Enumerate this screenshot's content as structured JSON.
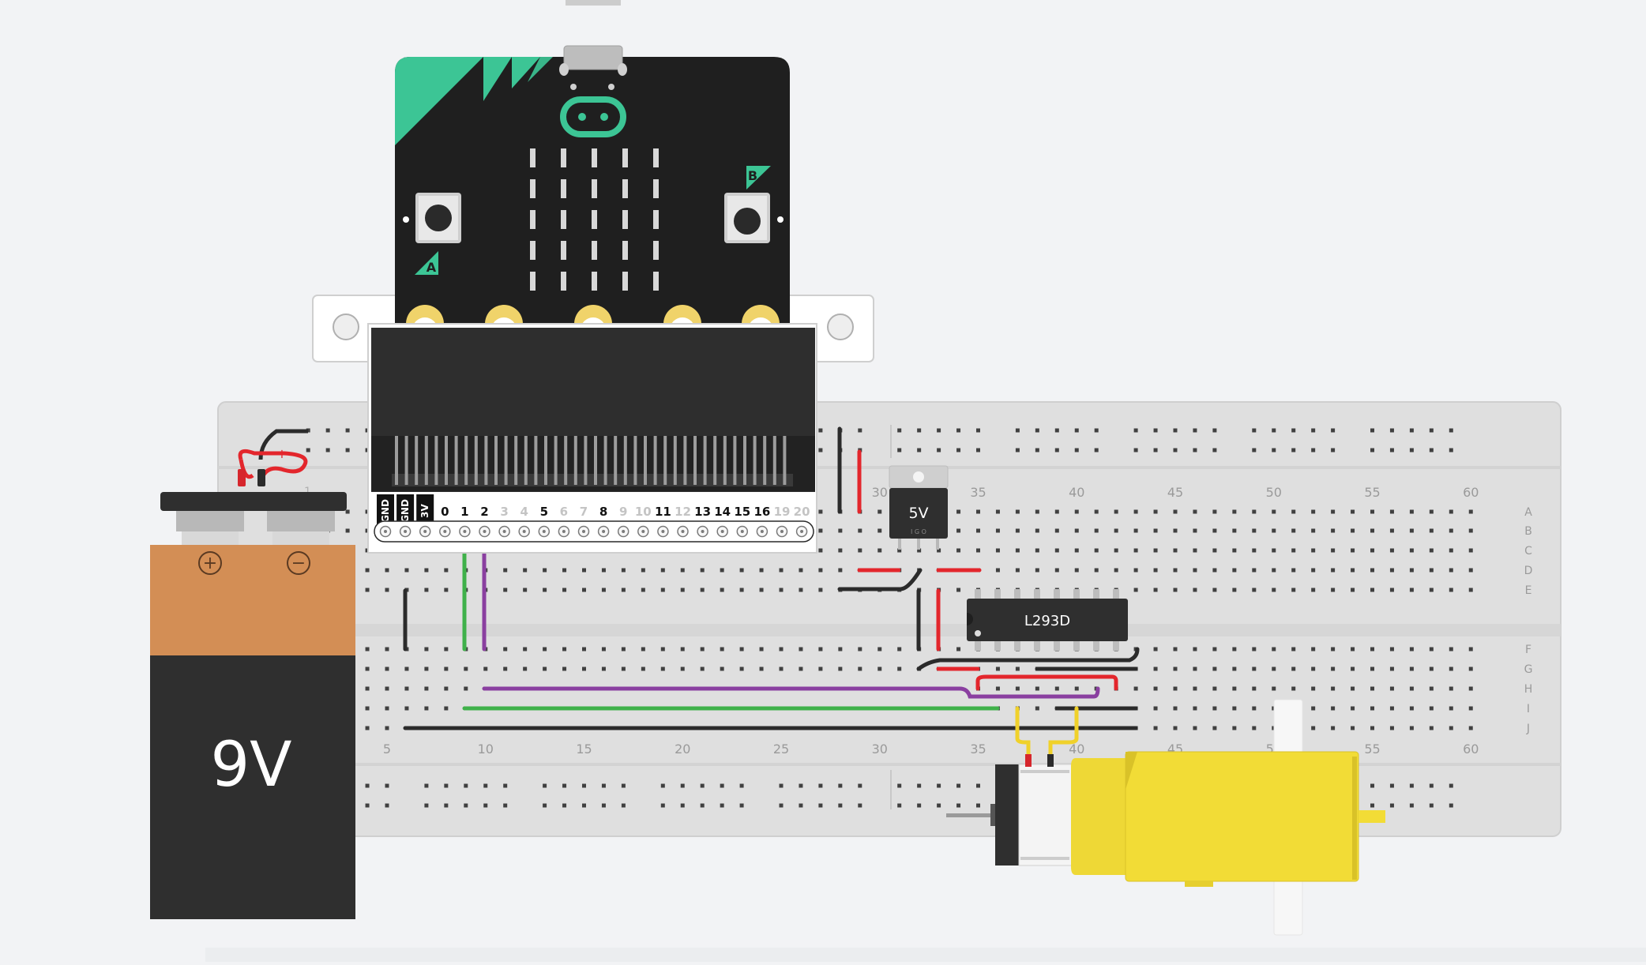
{
  "microbit": {
    "pin_labels": [
      "GND",
      "GND",
      "3V",
      "0",
      "1",
      "2",
      "3",
      "4",
      "5",
      "6",
      "7",
      "8",
      "9",
      "10",
      "11",
      "12",
      "13",
      "14",
      "15",
      "16",
      "19",
      "20"
    ],
    "button_a": "A",
    "button_b": "B"
  },
  "breadboard": {
    "column_numbers": [
      "5",
      "10",
      "15",
      "20",
      "25",
      "30",
      "35",
      "40",
      "45",
      "50",
      "55",
      "60"
    ],
    "row_letters": [
      "A",
      "B",
      "C",
      "D",
      "E",
      "F",
      "G",
      "H",
      "I",
      "J"
    ],
    "pin1_label": "1"
  },
  "battery": {
    "label": "9V",
    "plus": "+",
    "minus": "−",
    "clip_mark": "+"
  },
  "regulator": {
    "label": "5V",
    "pins": "I G O"
  },
  "driver_chip": {
    "label": "L293D"
  },
  "colors": {
    "wire_red": "#e3262c",
    "wire_black": "#2b2b2b",
    "wire_green": "#3fb14a",
    "wire_purple": "#8a3fa0",
    "wire_yellow": "#f0d12a",
    "microbit_accent": "#3cc595",
    "battery_orange": "#d38e55"
  },
  "icons": [
    "battery-icon",
    "motor-icon",
    "usb-connector-icon",
    "microbit-logo-icon"
  ]
}
